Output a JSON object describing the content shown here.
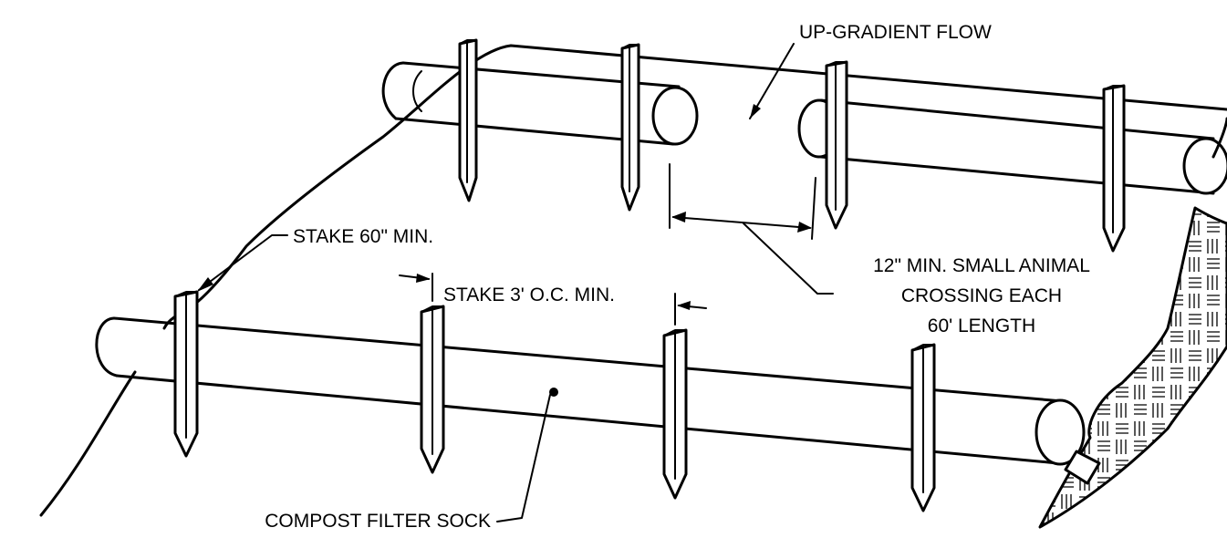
{
  "labels": {
    "up_gradient": "UP-GRADIENT FLOW",
    "stake_length": "STAKE 60\" MIN.",
    "stake_spacing": "STAKE 3' O.C. MIN.",
    "crossing_line1": "12\" MIN. SMALL ANIMAL",
    "crossing_line2": "CROSSING EACH",
    "crossing_line3": "60' LENGTH",
    "sock": "COMPOST FILTER SOCK"
  }
}
